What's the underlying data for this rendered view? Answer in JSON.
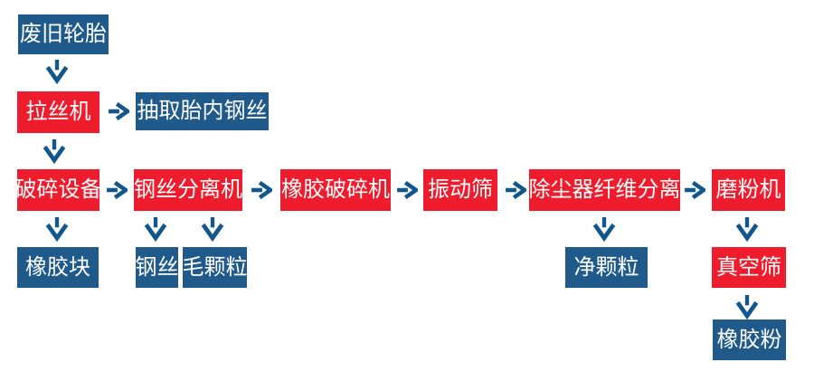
{
  "colors": {
    "box_red": "#ee1c2d",
    "box_blue": "#1f5a8b",
    "arrow_blue": "#12568e",
    "text": "#ffffff",
    "background": "#ffffff"
  },
  "icons": {
    "flow_down": "arrow-down",
    "flow_right": "arrow-right"
  },
  "diagram": {
    "nodes": [
      {
        "label": "废旧轮胎",
        "type": "blue"
      },
      {
        "label": "拉丝机",
        "type": "red"
      },
      {
        "label": "抽取胎内钢丝",
        "type": "blue"
      },
      {
        "label": "破碎设备",
        "type": "red"
      },
      {
        "label": "钢丝分离机",
        "type": "red"
      },
      {
        "label": "橡胶破碎机",
        "type": "red"
      },
      {
        "label": "振动筛",
        "type": "red"
      },
      {
        "label": "除尘器纤维分离",
        "type": "red"
      },
      {
        "label": "磨粉机",
        "type": "red"
      },
      {
        "label": "橡胶块",
        "type": "blue"
      },
      {
        "label": "钢丝",
        "type": "blue"
      },
      {
        "label": "毛颗粒",
        "type": "blue"
      },
      {
        "label": "净颗粒",
        "type": "blue"
      },
      {
        "label": "真空筛",
        "type": "red"
      },
      {
        "label": "橡胶粉",
        "type": "blue"
      }
    ]
  }
}
